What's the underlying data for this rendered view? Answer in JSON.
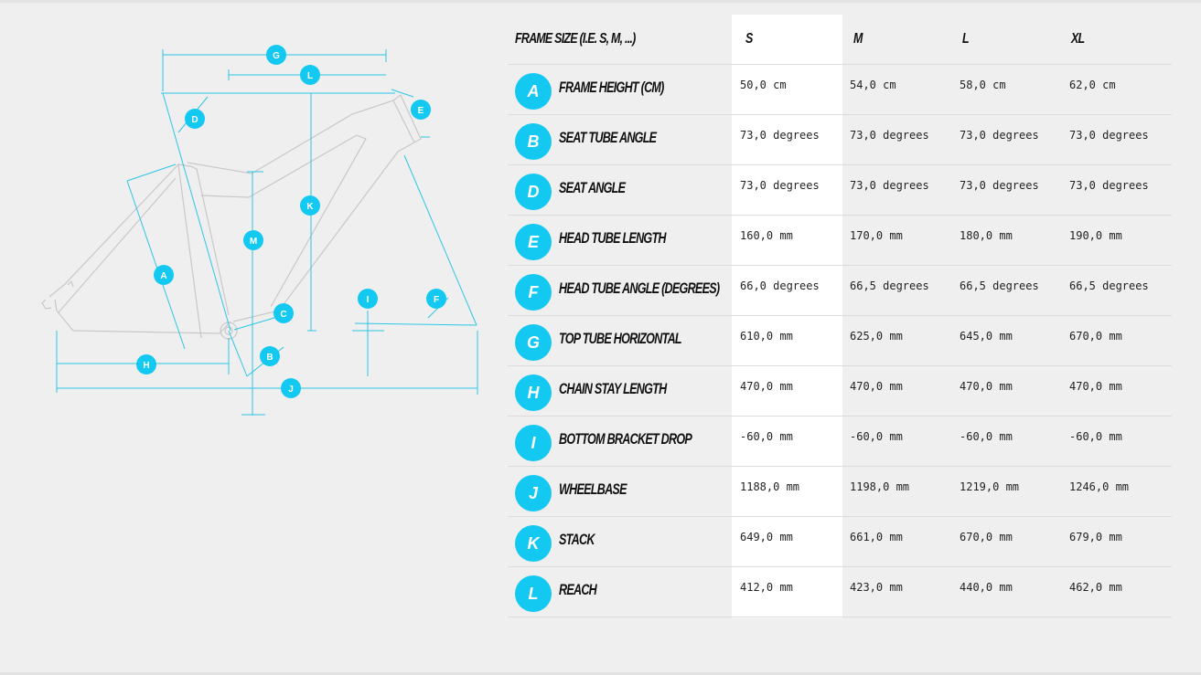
{
  "colors": {
    "accent": "#13c9f2",
    "background": "#efefef",
    "line": "#2cc6e6"
  },
  "diagram": {
    "markers": [
      "G",
      "L",
      "D",
      "E",
      "K",
      "M",
      "A",
      "I",
      "F",
      "C",
      "H",
      "B",
      "J"
    ]
  },
  "table": {
    "header": {
      "label": "Frame size (I.E. S, M, ...)",
      "sizes": [
        "S",
        "M",
        "L",
        "XL"
      ]
    },
    "rows": [
      {
        "letter": "A",
        "label": "Frame height (cm)",
        "values": [
          "50,0 cm",
          "54,0 cm",
          "58,0 cm",
          "62,0 cm"
        ]
      },
      {
        "letter": "B",
        "label": "Seat tube angle",
        "values": [
          "73,0 degrees",
          "73,0 degrees",
          "73,0 degrees",
          "73,0 degrees"
        ]
      },
      {
        "letter": "D",
        "label": "Seat angle",
        "values": [
          "73,0 degrees",
          "73,0 degrees",
          "73,0 degrees",
          "73,0 degrees"
        ]
      },
      {
        "letter": "E",
        "label": "Head tube length",
        "values": [
          "160,0 mm",
          "170,0 mm",
          "180,0 mm",
          "190,0 mm"
        ]
      },
      {
        "letter": "F",
        "label": "Head tube angle (degrees)",
        "values": [
          "66,0 degrees",
          "66,5 degrees",
          "66,5 degrees",
          "66,5 degrees"
        ]
      },
      {
        "letter": "G",
        "label": "Top tube horizontal",
        "values": [
          "610,0 mm",
          "625,0 mm",
          "645,0 mm",
          "670,0 mm"
        ]
      },
      {
        "letter": "H",
        "label": "Chain stay length",
        "values": [
          "470,0 mm",
          "470,0 mm",
          "470,0 mm",
          "470,0 mm"
        ]
      },
      {
        "letter": "I",
        "label": "Bottom bracket drop",
        "values": [
          "-60,0 mm",
          "-60,0 mm",
          "-60,0 mm",
          "-60,0 mm"
        ]
      },
      {
        "letter": "J",
        "label": "Wheelbase",
        "values": [
          "1188,0 mm",
          "1198,0 mm",
          "1219,0 mm",
          "1246,0 mm"
        ]
      },
      {
        "letter": "K",
        "label": "Stack",
        "values": [
          "649,0 mm",
          "661,0 mm",
          "670,0 mm",
          "679,0 mm"
        ]
      },
      {
        "letter": "L",
        "label": "Reach",
        "values": [
          "412,0 mm",
          "423,0 mm",
          "440,0 mm",
          "462,0 mm"
        ]
      }
    ]
  }
}
